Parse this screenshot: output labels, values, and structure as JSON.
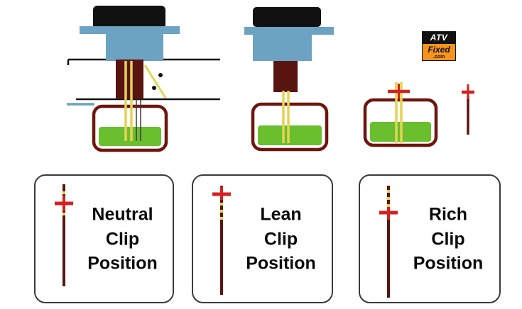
{
  "logo": {
    "line1": "ATV",
    "line2": "Fixed",
    "line3": ".com"
  },
  "panels": [
    {
      "id": "neutral",
      "title": "Neutral\nClip\nPosition",
      "clip_position": "middle"
    },
    {
      "id": "lean",
      "title": "Lean\nClip\nPosition",
      "clip_position": "top"
    },
    {
      "id": "rich",
      "title": "Rich\nClip\nPosition",
      "clip_position": "bottom"
    }
  ],
  "colors": {
    "slide_blue": "#6CA3C2",
    "cap_black": "#111111",
    "bowl_maroon": "#6E150E",
    "needle_maroon": "#5A1410",
    "fuel_green": "#6ABF2E",
    "needle_yellow": "#E5D455",
    "clip_red": "#D42020",
    "logo_orange": "#F7941D"
  }
}
